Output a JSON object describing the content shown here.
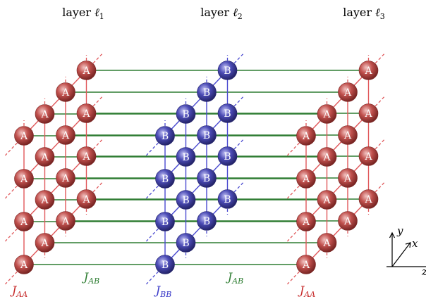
{
  "layer_labels": [
    "layer ℓ1",
    "layer ℓ2",
    "layer ℓ3"
  ],
  "layer_label_parts": [
    {
      "word": "layer",
      "symbol": "ℓ",
      "sub": "1"
    },
    {
      "word": "layer",
      "symbol": "ℓ",
      "sub": "2"
    },
    {
      "word": "layer",
      "symbol": "ℓ",
      "sub": "3"
    }
  ],
  "site_labels": {
    "A": "A",
    "B": "B"
  },
  "couplings": {
    "J_AB_left": {
      "base": "J",
      "sub": "AB"
    },
    "J_AB_right": {
      "base": "J",
      "sub": "AB"
    },
    "J_AA_left": {
      "base": "J",
      "sub": "AA"
    },
    "J_BB": {
      "base": "J",
      "sub": "BB"
    },
    "J_AA_right": {
      "base": "J",
      "sub": "AA"
    }
  },
  "axes": {
    "y": "y",
    "x": "x",
    "z": "z"
  },
  "lattice": {
    "rows_per_column": 4,
    "columns_deep": 4
  },
  "colors": {
    "A_sphere": "#c0504d",
    "A_sphere_light": "#e8a6a3",
    "A_sphere_dark": "#7a2321",
    "B_sphere": "#4b4bb5",
    "B_sphere_light": "#a8a8f0",
    "B_sphere_dark": "#22226b",
    "A_bond": "#e0575a",
    "B_bond": "#4a4ad0",
    "interlayer_bond": "#2e7d32",
    "J_AB_text": "#2e7d32",
    "J_AA_text": "#c62828",
    "J_BB_text": "#3a3ac8",
    "axis": "#000000"
  }
}
